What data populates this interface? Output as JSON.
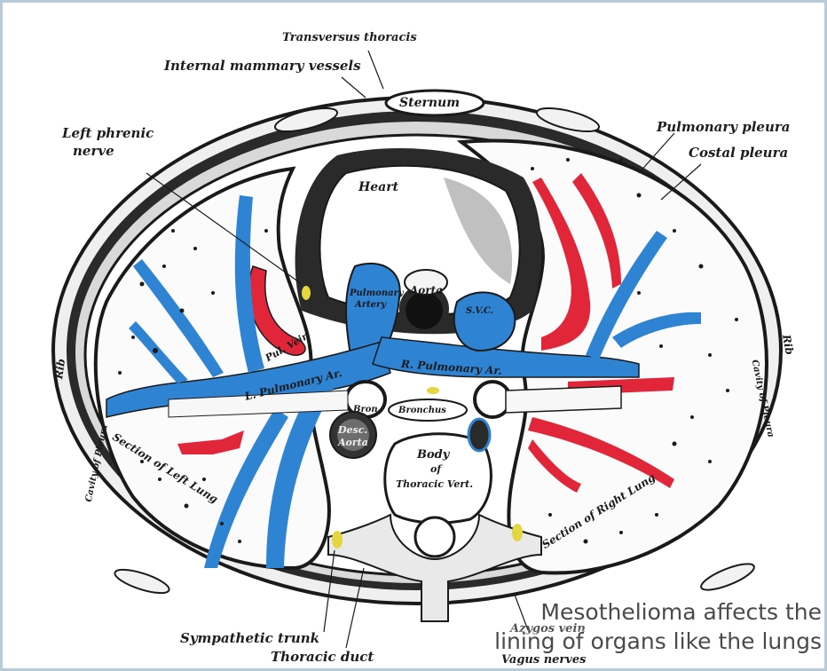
{
  "labels": {
    "transversus_thoracis": "Transversus thoracis",
    "internal_mammary_vessels": "Internal mammary vessels",
    "left_phrenic_nerve_1": "Left phrenic",
    "left_phrenic_nerve_2": "nerve",
    "pulmonary_pleura": "Pulmonary pleura",
    "costal_pleura": "Costal pleura",
    "sternum": "Sternum",
    "heart": "Heart",
    "aorta": "Aorta",
    "pulmonary_artery_1": "Pulmonary",
    "pulmonary_artery_2": "Artery",
    "sup_vena_cava": "S.V.C.",
    "pul_vein": "Pul. Vein",
    "left_pulmonary_artery": "L. Pulmonary Ar.",
    "right_pulmonary_artery": "R. Pulmonary Ar.",
    "bronchus_left": "Bron.",
    "bronchus_right": "Bronchus",
    "desc_aorta_1": "Desc.",
    "desc_aorta_2": "Aorta",
    "body_1": "Body",
    "body_2": "of",
    "body_3": "Thoracic Vert.",
    "rib_left": "Rib",
    "rib_right": "Rib",
    "cavity_pleura_left": "Cavity of Pleura",
    "cavity_pleura_right": "Cavity of Pleura",
    "section_left_lung": "Section of Left Lung",
    "section_right_lung": "Section of Right Lung",
    "sympathetic_trunk": "Sympathetic trunk",
    "thoracic_duct": "Thoracic duct",
    "azygos_vein": "Azygos vein",
    "vagus_nerves": "Vagus nerves"
  },
  "caption": {
    "line1": "Mesothelioma affects the",
    "line2": "lining of organs like the lungs"
  },
  "colors": {
    "vein_blue": "#2f83d3",
    "artery_red": "#e2263a",
    "outline": "#1a1a1a",
    "frame": "#b7ccd8"
  }
}
